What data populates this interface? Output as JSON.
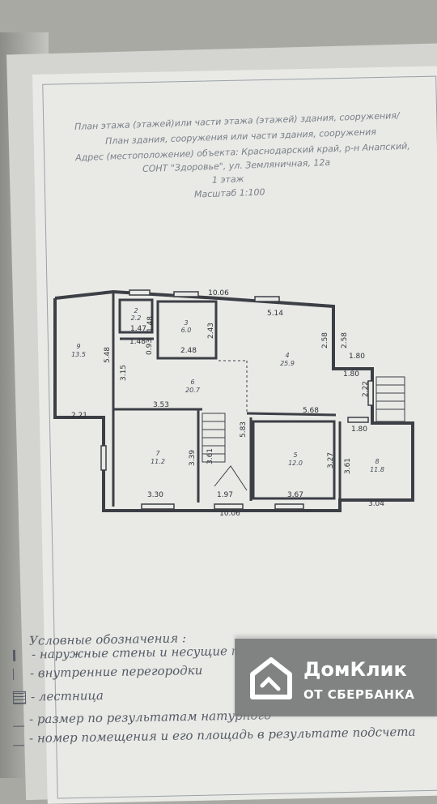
{
  "header": {
    "line1": "План этажа (этажей)или части этажа (этажей) здания, сооружения/",
    "line2": "План здания, сооружения или части здания, сооружения",
    "line3": "Адрес (местоположение) объекта: Краснодарский край, р-н Анапский,",
    "line4": "СОНТ \"Здоровье\", ул. Земляничная, 12а",
    "line5": "1 этаж",
    "line6": "Масштаб 1:100"
  },
  "rooms": [
    {
      "num": "2",
      "area": "2.2"
    },
    {
      "num": "3",
      "area": "6.0"
    },
    {
      "num": "4",
      "area": "25.9"
    },
    {
      "num": "9",
      "area": "13.5"
    },
    {
      "num": "6",
      "area": "20.7"
    },
    {
      "num": "7",
      "area": "11.2"
    },
    {
      "num": "5",
      "area": "12.0"
    },
    {
      "num": "8",
      "area": "11.8"
    }
  ],
  "dims": {
    "top": "10.06",
    "bottom": "10.06",
    "d514": "5.14",
    "d148a": "1.48",
    "d147": "1.47",
    "d148b": "1.48",
    "d093": "0.93",
    "d243": "2.43",
    "d248": "2.48",
    "d548": "5.48",
    "d315": "3.15",
    "d258a": "2.58",
    "d258b": "2.58",
    "d180a": "1.80",
    "d180b": "1.80",
    "d180c": "1.80",
    "d222": "2.22",
    "d221": "2.21",
    "d353": "3.53",
    "d568": "5.68",
    "d583": "5.83",
    "d339": "3.39",
    "d361a": "3.61",
    "d327": "3.27",
    "d361b": "3.61",
    "d330": "3.30",
    "d197": "1.97",
    "d367": "3.67",
    "d304": "3.04"
  },
  "legend": {
    "title": "Условные обозначения :",
    "item1": "- наружные стены и несущие перегор",
    "item2": "- внутренние перегородки",
    "item3": "- лестница",
    "item4": "- размер по результатам натурного",
    "item5": "- номер помещения и его площадь в результате подсчета"
  },
  "watermark": {
    "title": "ДомКлик",
    "subtitle": "ОТ СБЕРБАНКА"
  }
}
